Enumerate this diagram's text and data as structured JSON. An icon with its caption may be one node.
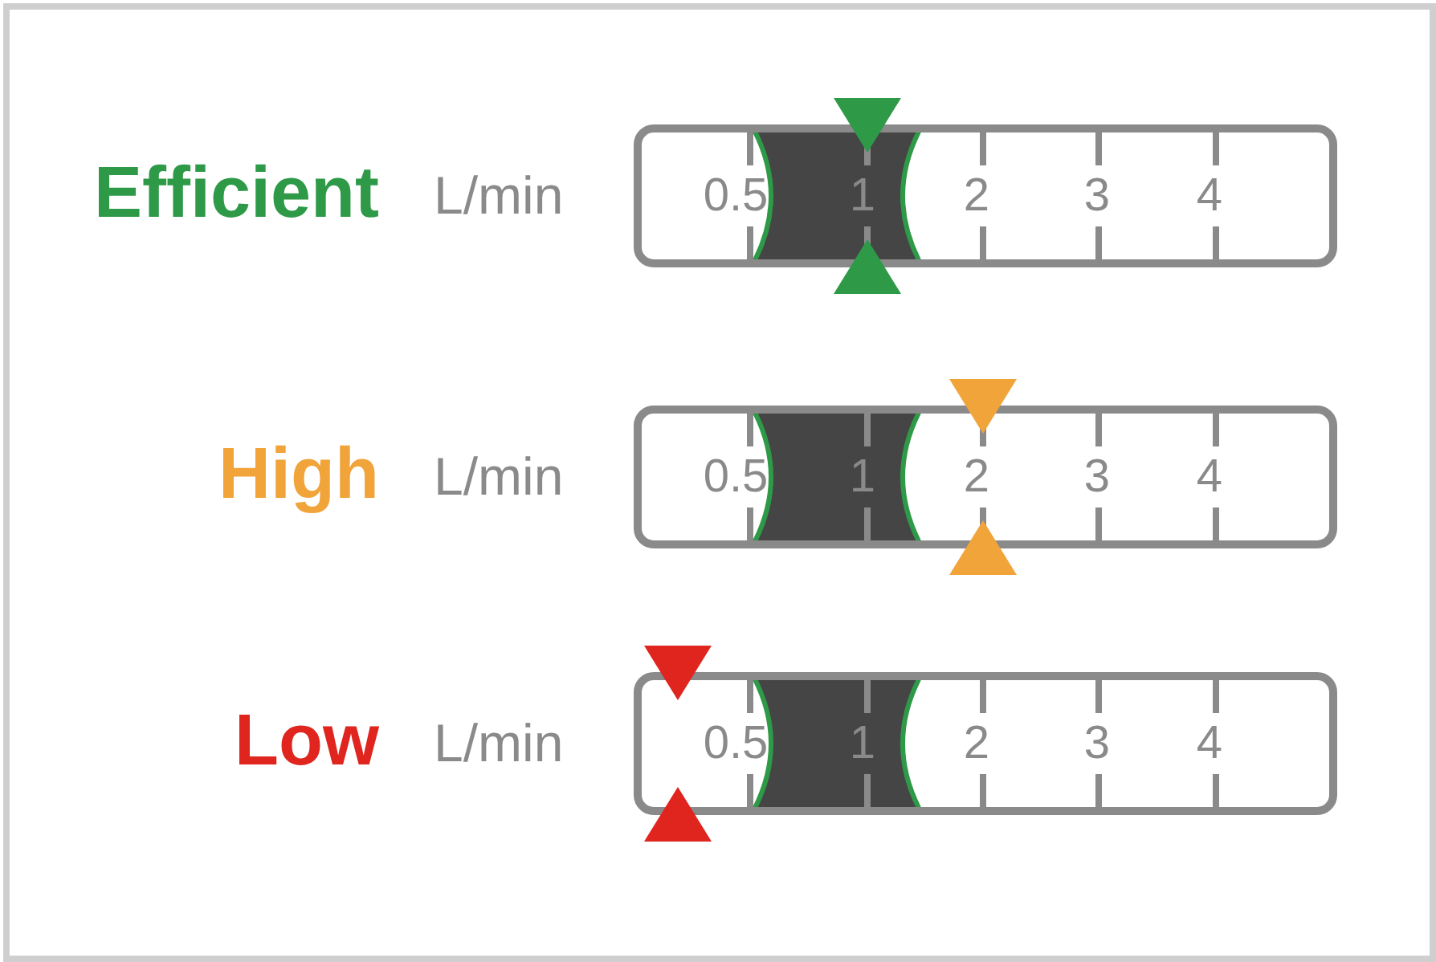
{
  "diagram": {
    "labels": [
      "Efficient",
      "L/min",
      "0.5",
      "1",
      "2",
      "3",
      "4",
      "High",
      "L/min",
      "0.5",
      "1",
      "2",
      "3",
      "4",
      "Low",
      "L/min",
      "0.5",
      "1",
      "2",
      "3",
      "4"
    ]
  }
}
